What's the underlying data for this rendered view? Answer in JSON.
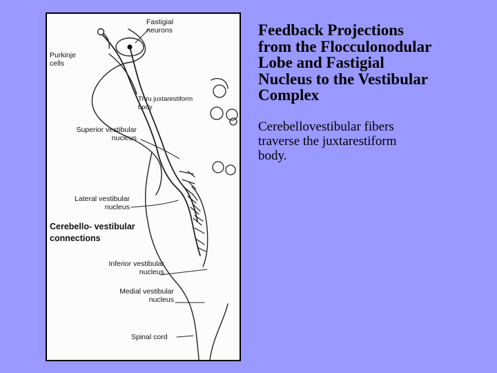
{
  "slide": {
    "title": "Feedback Projections\nfrom the Flocculonodular\nLobe and Fastigial\nNucleus to the Vestibular\nComplex",
    "body": "Cerebellovestibular fibers\ntraverse the juxtarestiform\nbody."
  },
  "figure": {
    "labels": {
      "fastigial_neurons": "Fastigial\nneurons",
      "purkinje_cells": "Purkinje\ncells",
      "juxtarestiform": "Thru juxtarestiform\nbody",
      "superior_vestibular": "Superior vestibular\nnucleus",
      "lateral_vestibular": "Lateral vestibular\nnucleus",
      "cerebello_vestibular": "Cerebello- vestibular\nconnections",
      "inferior_vestibular": "Inferior vestibular\nnucleus",
      "medial_vestibular": "Medial vestibular\nnucleus",
      "spinal_cord": "Spinal cord"
    }
  },
  "colors": {
    "background": "#9999ff",
    "panel": "#fbfcfb",
    "ink": "#111111"
  }
}
